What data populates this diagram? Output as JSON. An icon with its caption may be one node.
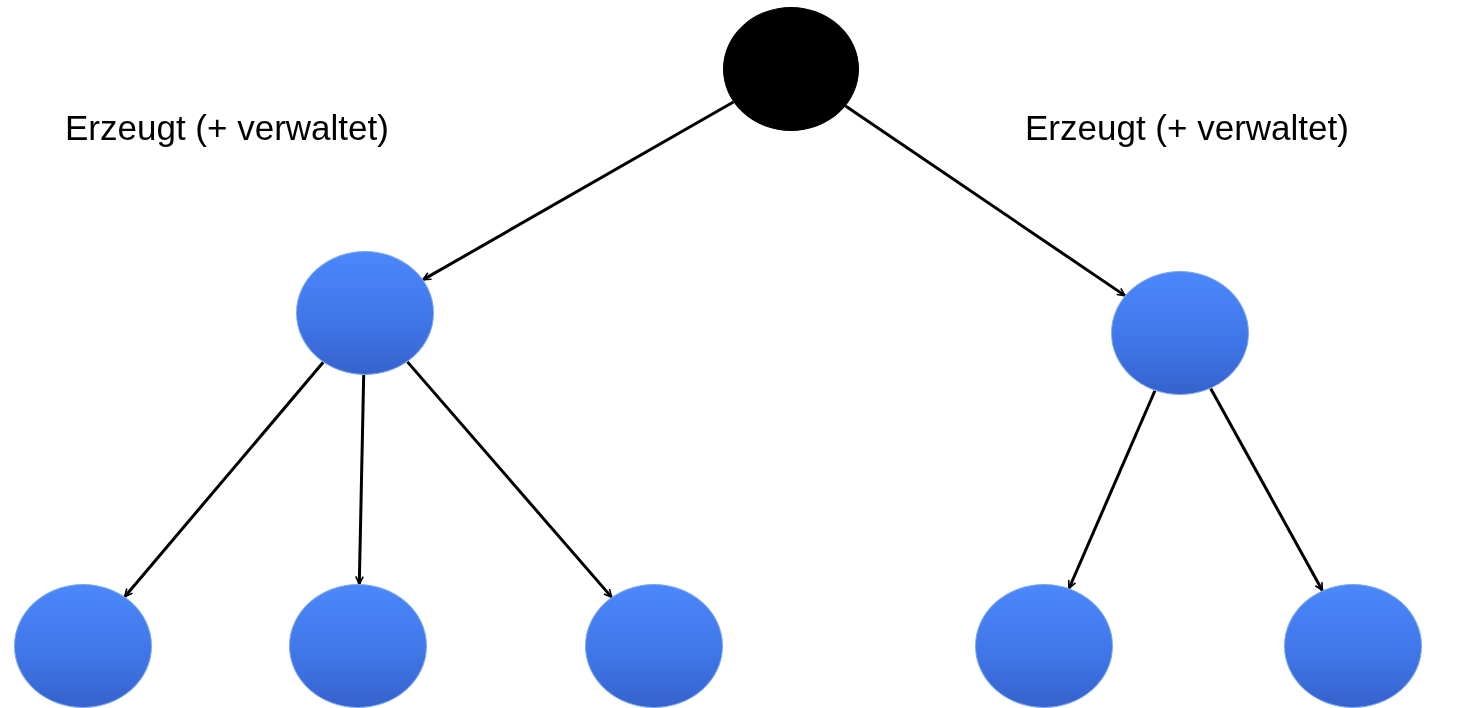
{
  "diagram": {
    "nodes": [
      {
        "text": [],
        "shape": "circle"
      },
      {
        "text": [],
        "shape": "circle"
      },
      {
        "text": [],
        "shape": "circle"
      },
      {
        "text": [],
        "shape": "circle"
      },
      {
        "text": [],
        "shape": "circle"
      },
      {
        "text": [],
        "shape": "circle"
      },
      {
        "text": [],
        "shape": "circle"
      },
      {
        "text": [],
        "shape": "circle"
      }
    ],
    "edges": [
      {
        "from": 0,
        "to": 1,
        "arrow": "to",
        "label": "Erzeugt (+ verwaltet)"
      },
      {
        "from": 0,
        "to": 2,
        "arrow": "to",
        "label": "Erzeugt (+ verwaltet)"
      },
      {
        "from": 1,
        "to": 3,
        "arrow": "to"
      },
      {
        "from": 1,
        "to": 4,
        "arrow": "to"
      },
      {
        "from": 1,
        "to": 5,
        "arrow": "to"
      },
      {
        "from": 2,
        "to": 6,
        "arrow": "to"
      },
      {
        "from": 2,
        "to": 7,
        "arrow": "to"
      }
    ]
  }
}
